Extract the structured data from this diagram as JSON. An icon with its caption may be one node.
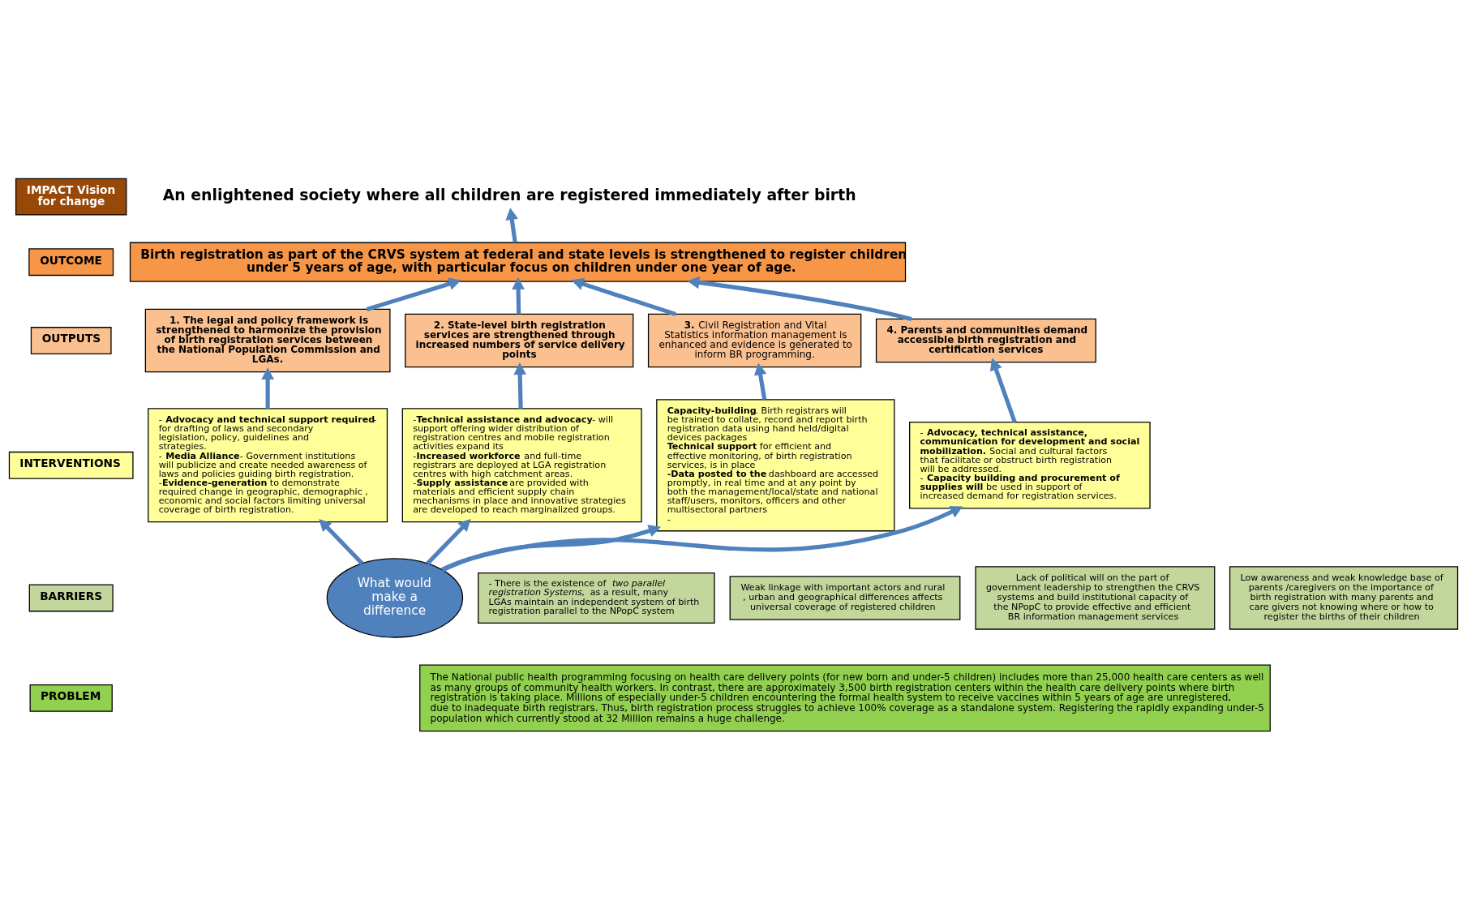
{
  "diagram": {
    "nodes": [
      {
        "text": [
          "IMPACT Vision for change"
        ]
      },
      {
        "text": [
          "An enlightened society where all children are registered immediately after birth"
        ]
      },
      {
        "text": [
          "OUTCOME"
        ]
      },
      {
        "text": [
          "Birth registration as part of the CRVS system at federal and state levels is strengthened to register children under 5 years of age, with particular focus on children under one year of age."
        ]
      },
      {
        "text": [
          "OUTPUTS"
        ]
      },
      {
        "text": [
          "1. The legal and policy framework is strengthened to harmonize the provision of birth registration services between the National Population Commission and LGAs."
        ]
      },
      {
        "text": [
          "2. State-level birth registration services are strengthened through increased numbers of service delivery points"
        ]
      },
      {
        "text": [
          "**3.** Civil Registration and Vital Statistics information management is enhanced and evidence is generated to inform BR programming."
        ]
      },
      {
        "text": [
          "4. Parents and communities demand accessible birth registration and certification services"
        ]
      },
      {
        "text": [
          "INTERVENTIONS"
        ]
      },
      {
        "text": [
          "- **Advocacy and technical support required**- for drafting of laws and secondary legislation, policy, guidelines and strategies.",
          "- **Media Alliance**- Government institutions will publicize and create needed awareness of laws and policies guiding birth registration.",
          "-**Evidence-generation** to demonstrate required change in geographic, demographic , economic and social factors limiting universal coverage of birth registration."
        ]
      },
      {
        "text": [
          "-**Technical assistance and advocacy**- will support offering wider distribution of registration centres and mobile registration activities expand its",
          "-**Increased workforce** and full-time registrars are deployed at LGA registration centres with high catchment areas.",
          "-**Supply assistance** are provided with materials and efficient supply chain mechanisms in place and innovative strategies are developed to reach marginalized groups."
        ]
      },
      {
        "text": [
          "**Capacity-building**. Birth registrars will be trained to collate, record and report birth registration data using hand held/digital devices packages",
          "**Technical support** for efficient and effective monitoring, of birth registration services, is in place",
          "**-Data posted to the** dashboard are accessed promptly, in real time and at any point by both the management/local/state and national staff/users, monitors, officers and other multisectoral partners",
          "-"
        ]
      },
      {
        "text": [
          "- **Advocacy, technical assistance, communication for development and social mobilization.** Social and cultural factors that facilitate or obstruct birth registration will be addressed.",
          "- **Capacity building and procurement of supplies will** be used in support of increased demand for registration services."
        ]
      },
      {
        "text": [
          "BARRIERS"
        ]
      },
      {
        "text": [
          "What would make a difference"
        ]
      },
      {
        "text": [
          "- There is the existence of *two parallel registration Systems,* as a result, many LGAs maintain an independent system of birth registration parallel to the NPopC system"
        ]
      },
      {
        "text": [
          "Weak linkage with important actors and rural , urban and geographical differences affects universal coverage of registered children"
        ]
      },
      {
        "text": [
          "Lack of political will on the part of government leadership to strengthen the CRVS systems and build institutional capacity of the NPopC to provide effective and efficient BR information management services"
        ]
      },
      {
        "text": [
          "Low awareness and weak knowledge base of parents /caregivers on the importance of birth registration with many parents and care givers not knowing where or how to register the births of their children"
        ]
      },
      {
        "text": [
          "PROBLEM"
        ]
      },
      {
        "text": [
          "The National public health programming focusing on health care delivery points (for new born and under-5 children) includes more than 25,000 health care centers as well as many groups of community health workers. In contrast, there are approximately 3,500 birth registration centers within the health care delivery points where birth registration is taking place. Millions of especially under-5 children encountering the formal health system to receive vaccines within 5 years of age are unregistered, due to inadequate birth registrars. Thus, birth registration process struggles to achieve 100% coverage as a standalone system. Registering the rapidly expanding under-5 population which currently stood at 32 Million remains a huge challenge."
        ]
      }
    ],
    "edges": [
      {
        "from": 3,
        "to": 1,
        "arrow": "to"
      },
      {
        "from": 5,
        "to": 3,
        "arrow": "to"
      },
      {
        "from": 6,
        "to": 3,
        "arrow": "to"
      },
      {
        "from": 7,
        "to": 3,
        "arrow": "to"
      },
      {
        "from": 8,
        "to": 3,
        "arrow": "to"
      },
      {
        "from": 10,
        "to": 5,
        "arrow": "to"
      },
      {
        "from": 11,
        "to": 6,
        "arrow": "to"
      },
      {
        "from": 12,
        "to": 7,
        "arrow": "to"
      },
      {
        "from": 13,
        "to": 8,
        "arrow": "to"
      },
      {
        "from": 15,
        "to": 10,
        "arrow": "to"
      },
      {
        "from": 15,
        "to": 11,
        "arrow": "to"
      },
      {
        "from": 15,
        "to": 12,
        "arrow": "to"
      },
      {
        "from": 15,
        "to": 13,
        "arrow": "to"
      }
    ]
  }
}
